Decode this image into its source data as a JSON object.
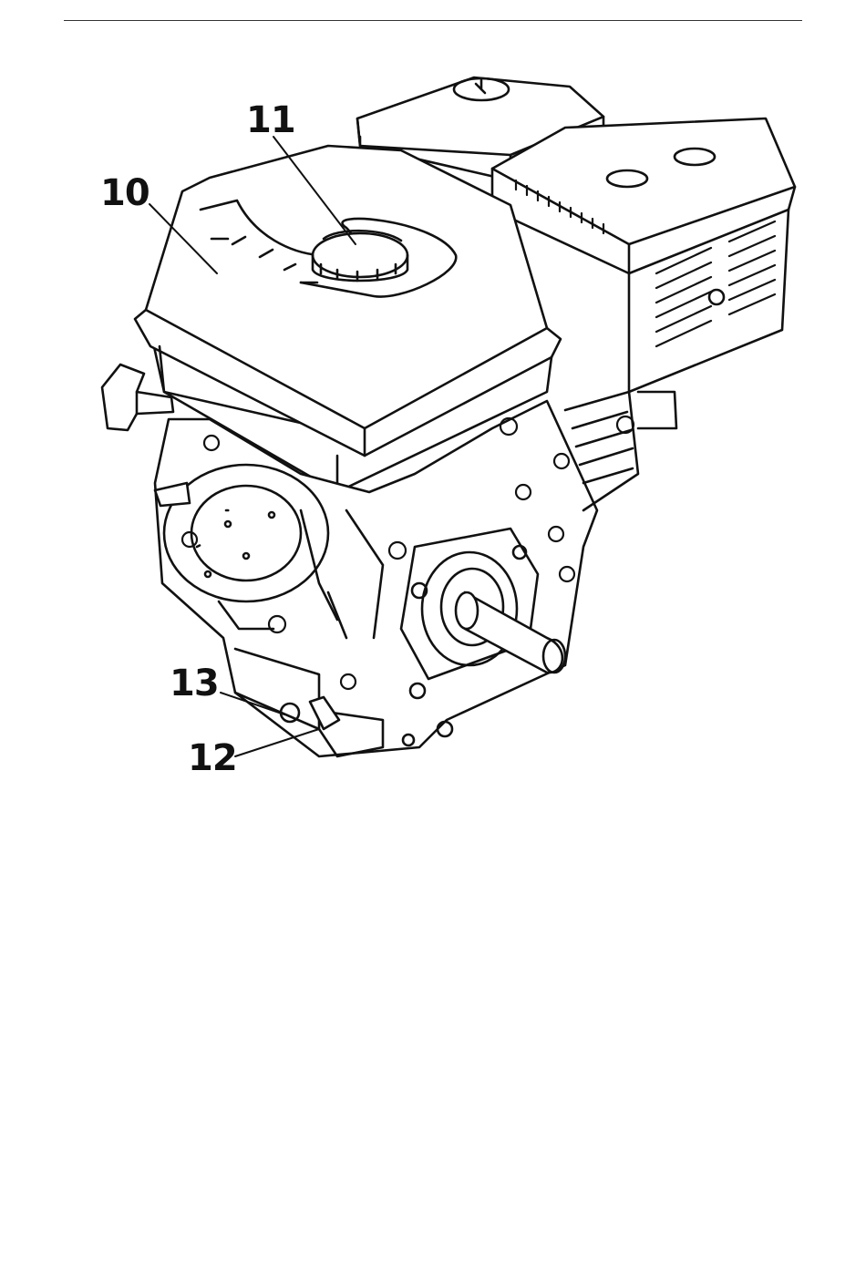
{
  "callouts": {
    "fuel_tank": "10",
    "fuel_cap": "11",
    "oil_drain_plug": "12",
    "oil_filler_cap": "13"
  }
}
